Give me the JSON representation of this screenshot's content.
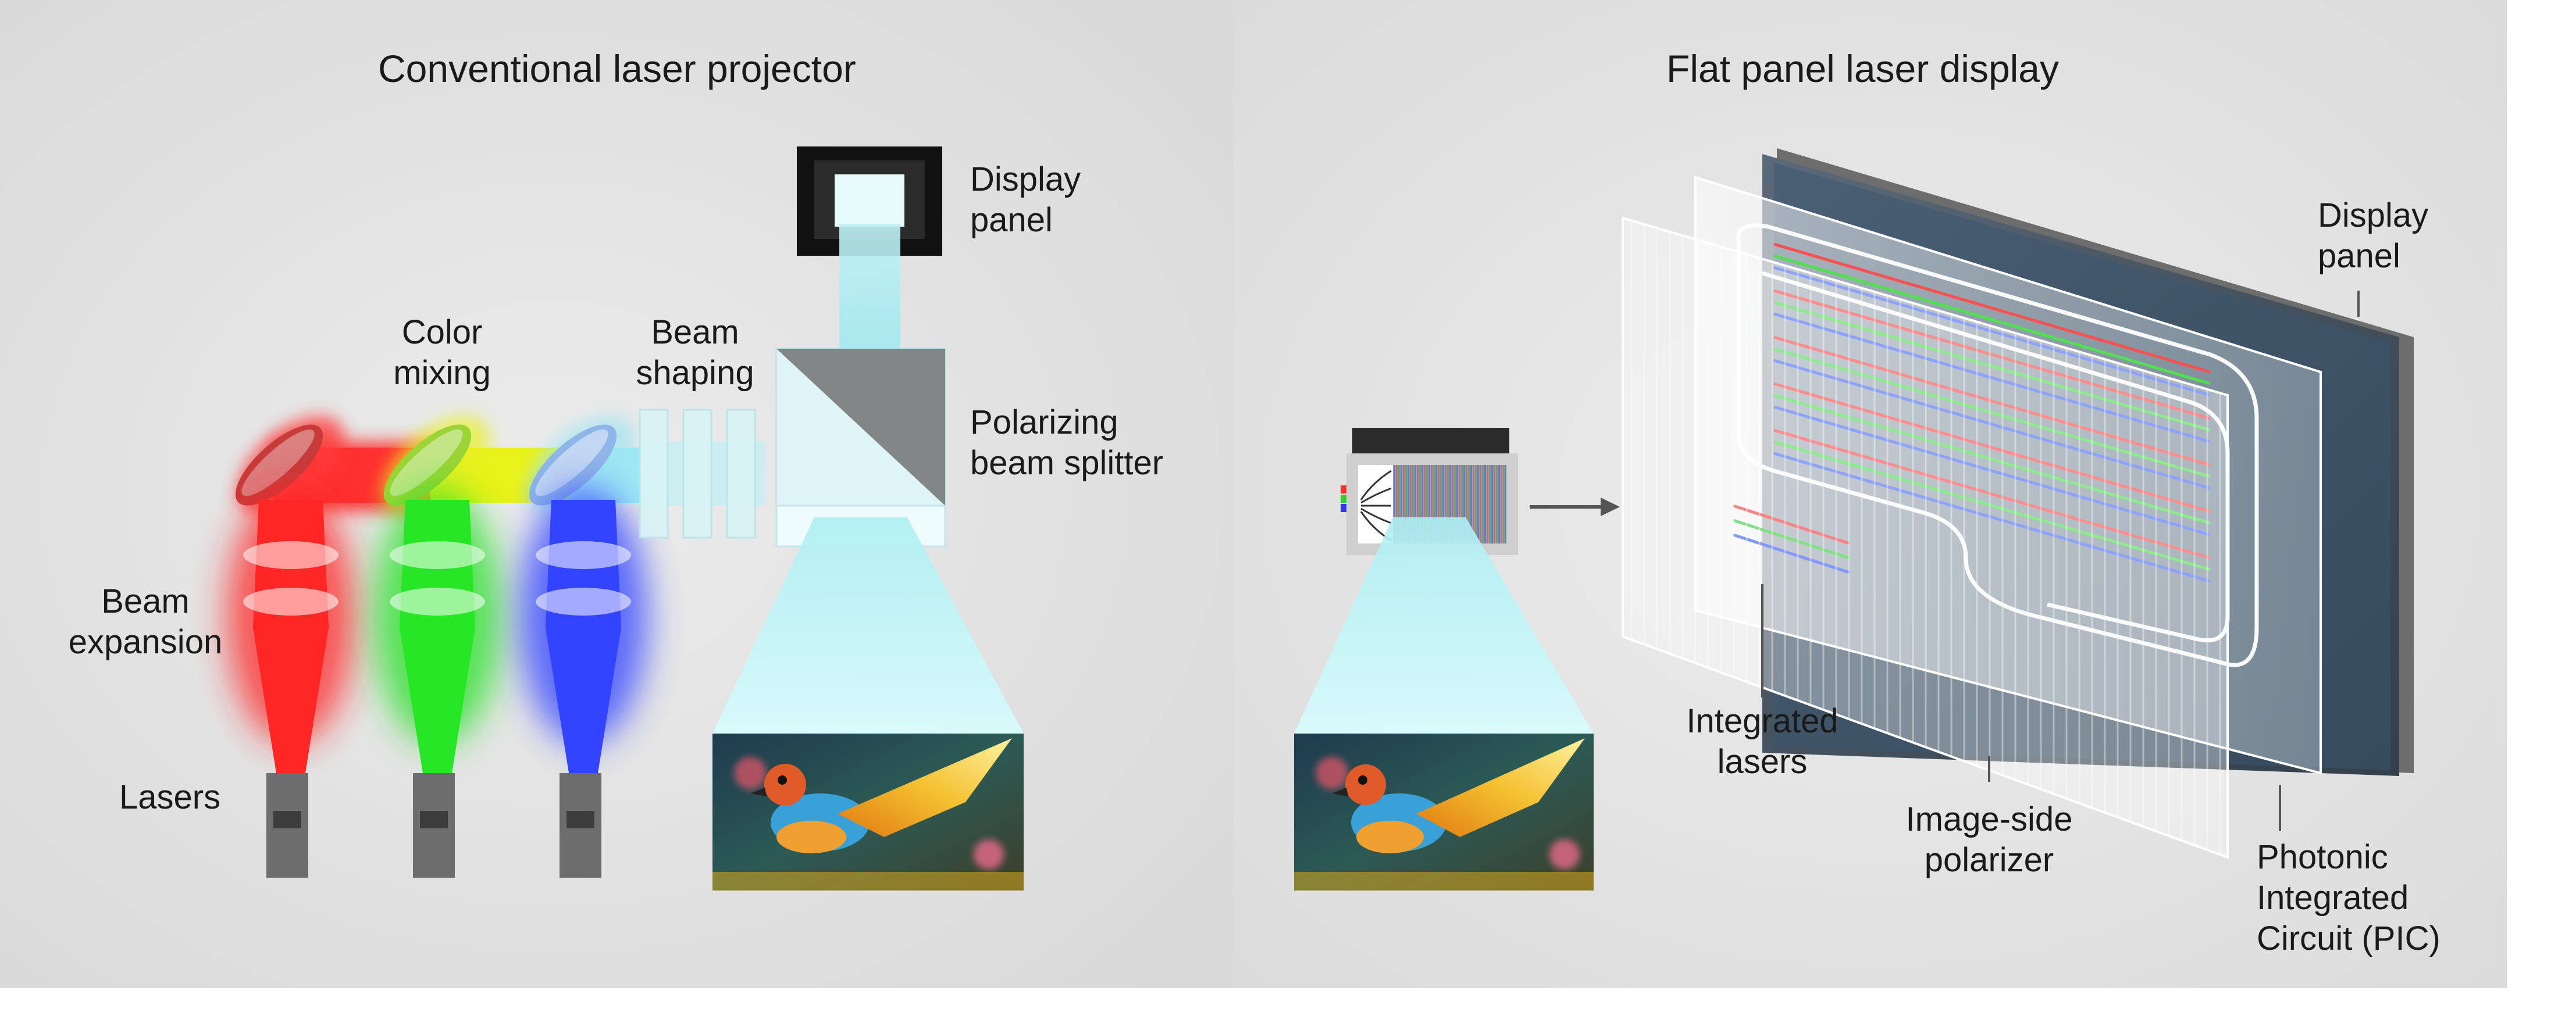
{
  "left": {
    "title": "Conventional laser projector",
    "labels": {
      "display_panel": [
        "Display",
        "panel"
      ],
      "color_mixing": [
        "Color",
        "mixing"
      ],
      "beam_shaping": [
        "Beam",
        "shaping"
      ],
      "polarizing_beam_splitter": [
        "Polarizing",
        "beam splitter"
      ],
      "beam_expansion": [
        "Beam",
        "expansion"
      ],
      "lasers": "Lasers"
    }
  },
  "right": {
    "title": "Flat panel laser display",
    "labels": {
      "display_panel": [
        "Display",
        "panel"
      ],
      "integrated_lasers": [
        "Integrated",
        "lasers"
      ],
      "image_side_polarizer": [
        "Image-side",
        "polarizer"
      ],
      "pic": [
        "Photonic",
        "Integrated",
        "Circuit (PIC)"
      ]
    }
  },
  "colors": {
    "red": "#ff2020",
    "green": "#22e022",
    "blue": "#2a3cff",
    "yellow": "#f2f000",
    "cyan_beam": "#8fe6ee",
    "panel_dark": "#3d4b5c",
    "background": "#e4e4e4"
  }
}
